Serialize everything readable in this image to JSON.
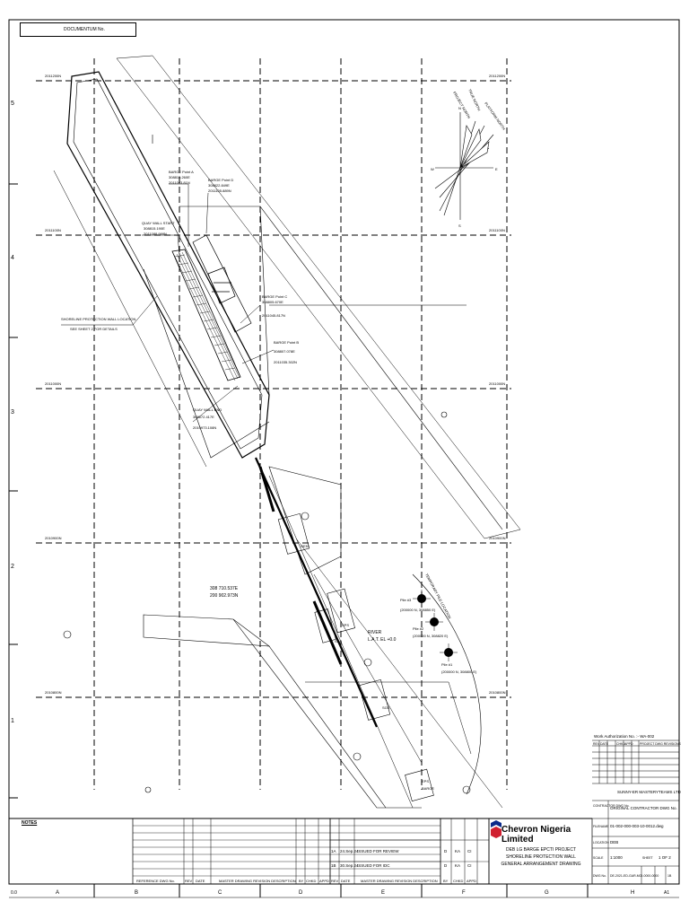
{
  "document_no_label": "DOCUMENTUM No.",
  "grid_northings": [
    "2011200N",
    "2011100N",
    "2011000N",
    "2010900N",
    "2010800N"
  ],
  "row_numbers": [
    "5",
    "4",
    "3",
    "2",
    "1"
  ],
  "column_letters": [
    "A",
    "B",
    "C",
    "D",
    "E",
    "F",
    "G",
    "H"
  ],
  "corner_left_label": "0.0",
  "corner_right_label": "A1",
  "plan_labels": {
    "barge_point_a": [
      "BARGE Point A",
      "308815.260E",
      "2011083.81N"
    ],
    "barge_point_d": [
      "BARGE Point D",
      "308822.849E",
      "2011105.889N"
    ],
    "quay_wall_start": [
      "QUAY WALL START",
      "308815.190E",
      "2011088.999N"
    ],
    "shoreline": [
      "SHORELINE PROTECTION WALL LOCATION",
      "SEE SHEET 2 FOR DETAILS"
    ],
    "barge_point_c": [
      "BARGE Point C",
      "308805.670E",
      "2011045.817N"
    ],
    "barge_point_b": [
      "BARGE Point B",
      "308807.078E",
      "2011035.302N"
    ],
    "quay_wall_end": [
      "QUAY WALL END",
      "308672.417E",
      "2010973.108N"
    ],
    "coord_pair": [
      "308 710.537E",
      "200 902.973N"
    ],
    "river_label": [
      "RIVER",
      "L.A.T. EL +0.0"
    ],
    "temp_pile_location": "TEMPORARY PILE LOCATION",
    "pile_3": [
      "Pile #3",
      "(200000 N, 308850 E)"
    ],
    "pile_2": [
      "Pile #2",
      "(200000 N, 308820 E)"
    ],
    "pile_1": [
      "Pile #1",
      "(200000 N, 308800 E)"
    ],
    "sps_labels": [
      "SPS",
      "SPS",
      "SGS",
      "GEN"
    ],
    "barge_label": [
      "EPS",
      "BARGE"
    ]
  },
  "north_arrow": {
    "north": "N",
    "east": "E",
    "south": "S",
    "west": "W",
    "platform_north": "PLATFORM NORTH",
    "project_north": "PROJECT NORTH",
    "true_north": "TRUE NORTH"
  },
  "notes_label": "NOTES",
  "revisions": [
    {
      "rev": "1A",
      "date": "24.Sep.24",
      "desc": "ISSUED FOR REVIEW",
      "by": "D",
      "chkd": "KA",
      "appd": "CI"
    },
    {
      "rev": "1B",
      "date": "30.Sep.24",
      "desc": "ISSUED FOR IDC",
      "by": "D",
      "chkd": "KA",
      "appd": "CI"
    }
  ],
  "revision_headers_left": [
    "REFERENCE DWG No.",
    "REV",
    "DATE",
    "MASTER DRAWING REVISION DESCRIPTION",
    "BY",
    "CHKD",
    "APPD"
  ],
  "revision_headers_right": [
    "REV",
    "DATE",
    "MASTER DRAWING REVISION DESCRIPTION",
    "BY",
    "CHKD",
    "APPD"
  ],
  "company": "Chevron Nigeria Limited",
  "project_title": [
    "DEB LG BARGE EPCTI PROJECT",
    "SHORELINE PROTECTION WALL",
    "GENERAL ARRANGEMENT DRAWING"
  ],
  "title_block": {
    "work_auth": "Work Authorization No. :- WA-002",
    "rev_headers": [
      "REV",
      "DATE",
      "CHKD",
      "APPD",
      "PROJECT DWG REVISIONS"
    ],
    "contractor": "SUNNY-ER MASTERYTEAMS LTD",
    "contractor_dwg_label": "CONTRACTOR DWG No.",
    "contractor_dwg_value": "ORIGINAL CONTRACTOR DWG No.",
    "filename_label": "FILENAME",
    "filename_value": "01-002-000-003-10-0012.dwg",
    "location_label": "LOCATION",
    "location_value": "DEB",
    "scale_label": "SCALE",
    "scale_value": "1:1000",
    "sheet_label": "SHEET",
    "sheet_value": "1 OF 2",
    "dwg_no_label": "DWG No.",
    "dwg_no_value": "DE-2021-ED-GAR-MOI-0000-0000",
    "dwg_rev": "1B"
  }
}
